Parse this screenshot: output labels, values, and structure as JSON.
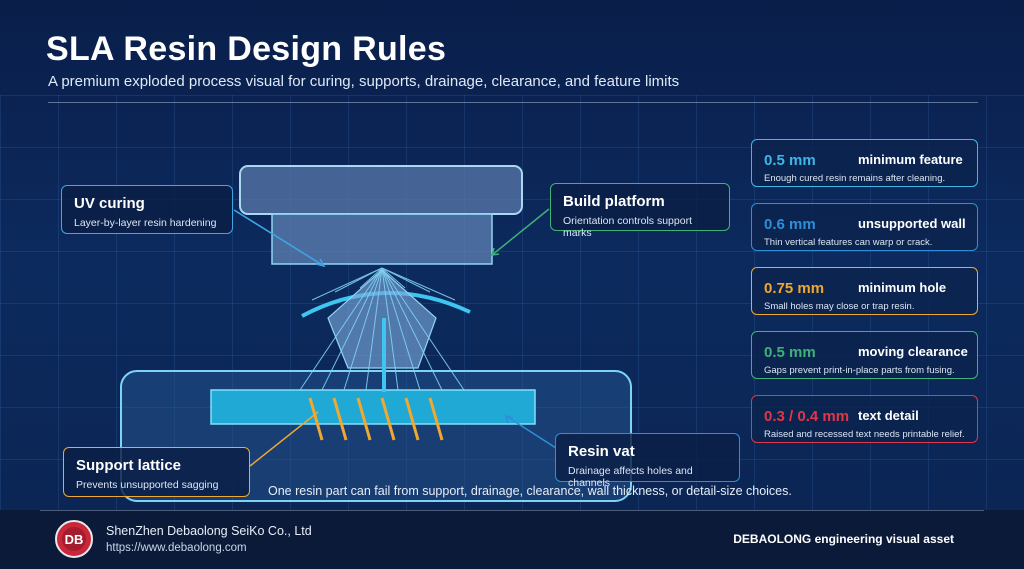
{
  "header": {
    "title": "SLA Resin Design Rules",
    "subtitle": "A premium exploded process visual for curing, supports, drainage, clearance, and feature limits"
  },
  "callouts": {
    "uv_curing": {
      "title": "UV curing",
      "desc": "Layer-by-layer resin hardening"
    },
    "build_platform": {
      "title": "Build platform",
      "desc": "Orientation controls support marks"
    },
    "support_lattice": {
      "title": "Support lattice",
      "desc": "Prevents unsupported sagging"
    },
    "resin_vat": {
      "title": "Resin vat",
      "desc": "Drainage affects holes and channels"
    }
  },
  "specs": [
    {
      "value": "0.5 mm",
      "label": "minimum feature",
      "desc": "Enough cured resin remains after cleaning.",
      "color": "#3fb6e6"
    },
    {
      "value": "0.6 mm",
      "label": "unsupported wall",
      "desc": "Thin vertical features can warp or crack.",
      "color": "#2e8fd8"
    },
    {
      "value": "0.75 mm",
      "label": "minimum hole",
      "desc": "Small holes may close or trap resin.",
      "color": "#f0a830"
    },
    {
      "value": "0.5 mm",
      "label": "moving clearance",
      "desc": "Gaps prevent print-in-place parts from fusing.",
      "color": "#3fb27a"
    },
    {
      "value": "0.3 / 0.4 mm",
      "label": "text detail",
      "desc": "Raised and recessed text needs printable relief.",
      "color": "#e0364a"
    }
  ],
  "caption": "One resin part can fail from support, drainage, clearance, wall thickness, or detail-size choices.",
  "footer": {
    "company": "ShenZhen Debaolong SeiKo Co., Ltd",
    "url": "https://www.debaolong.com",
    "asset_label": "DEBAOLONG engineering visual asset",
    "logo_text": "DB"
  },
  "colors": {
    "cyan": "#5fd0f0",
    "green": "#3fb27a",
    "amber": "#f0a830",
    "red": "#e0364a",
    "blue": "#2e8fd8"
  }
}
